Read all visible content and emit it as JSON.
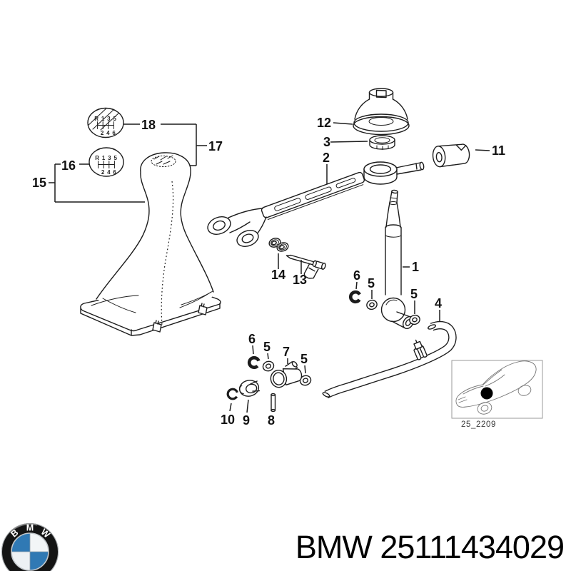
{
  "colors": {
    "line": "#1c1c1c",
    "logo_blue": "#3079b4",
    "paper": "#ffffff"
  },
  "shift_pattern": {
    "row_top": "R 1 3 5",
    "row_bottom": "2 4 6"
  },
  "callouts": {
    "c18": "18",
    "c17": "17",
    "c16": "16",
    "c15": "15",
    "c12": "12",
    "c3": "3",
    "c2": "2",
    "c11": "11",
    "c1": "1",
    "c14": "14",
    "c13": "13",
    "c6_upper": "6",
    "c5_upper": "5",
    "c5_right": "5",
    "c4": "4",
    "c6_lower": "6",
    "c5_lower1": "5",
    "c7": "7",
    "c5_lower2": "5",
    "c10": "10",
    "c9": "9",
    "c8": "8"
  },
  "inset": {
    "diagram_code": "25_2209"
  },
  "footer": {
    "part_number": "BMW 25111434029",
    "brand_letters": {
      "b": "B",
      "m": "M",
      "w": "W"
    }
  }
}
